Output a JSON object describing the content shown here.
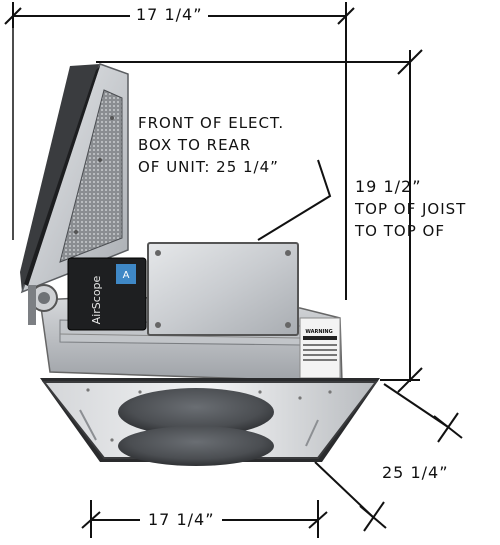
{
  "dimensions": {
    "top_width": "17 1/4”",
    "bottom_width": "17 1/4”",
    "diagonal_depth": "25 1/4”",
    "height_line1": "19 1/2”",
    "height_line2": "TOP OF JOIST",
    "height_line3": "TO TOP OF"
  },
  "note": {
    "line1": "FRONT OF ELECT.",
    "line2": "BOX TO REAR",
    "line3": "OF UNIT: 25 1/4”"
  },
  "device": {
    "brand": "AirScope",
    "warning_label": "WARNING"
  }
}
